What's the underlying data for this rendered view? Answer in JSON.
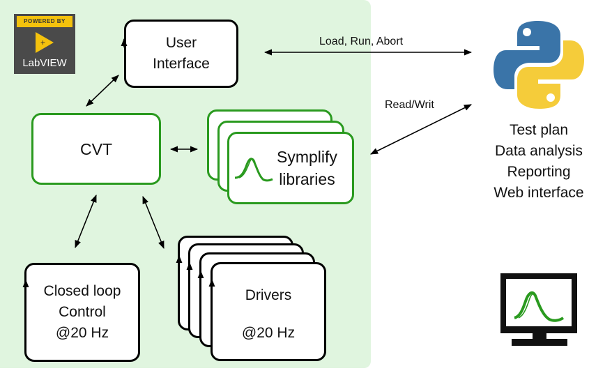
{
  "logo": {
    "powered_by": "POWERED BY",
    "product": "LabVIEW"
  },
  "nodes": {
    "user_interface": "User\nInterface",
    "cvt": "CVT",
    "symplify": "Symplify\nlibraries",
    "closed_loop": "Closed loop\nControl\n@20 Hz",
    "drivers_title": "Drivers",
    "drivers_rate": "@20 Hz"
  },
  "edges": {
    "load_run_abort": "Load, Run, Abort",
    "read_write": "Read/Writ"
  },
  "python": {
    "items": [
      "Test plan",
      "Data analysis",
      "Reporting",
      "Web interface"
    ]
  },
  "colors": {
    "panel": "#e0f5df",
    "green_border": "#2a9a1f",
    "python_blue": "#3a74a8",
    "python_yellow": "#f5cc3a"
  }
}
